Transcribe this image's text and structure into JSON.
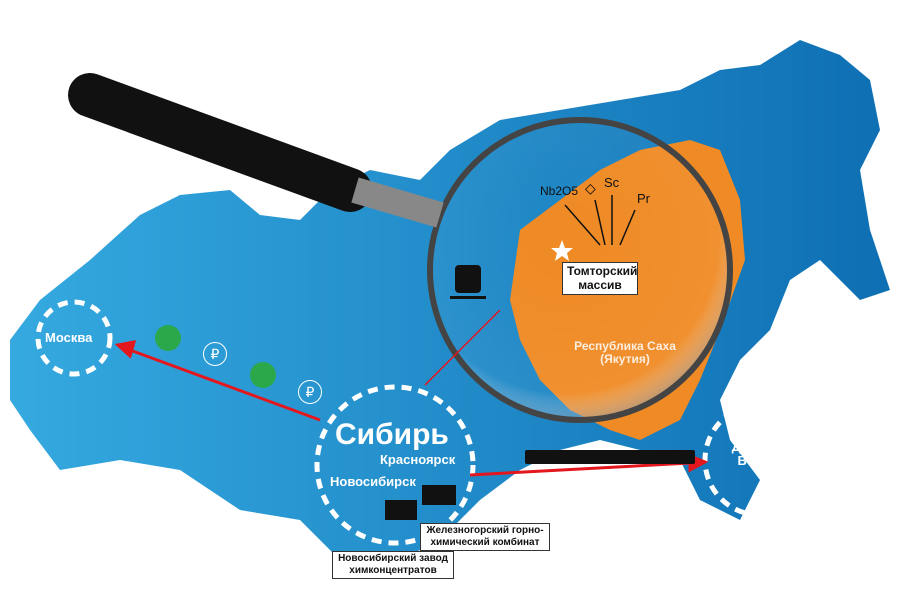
{
  "cities": {
    "moscow": "Москва",
    "krasnoyarsk": "Красноярск",
    "novosibirsk": "Новосибирск"
  },
  "regions": {
    "siberia": "Сибирь",
    "far_east": "Дальний Восток",
    "sakha": "Республика Саха (Якутия)"
  },
  "deposit": {
    "name": "Томторский массив",
    "elements": [
      "Nb2O5",
      "diamond",
      "Sc",
      "Pr"
    ]
  },
  "plants": {
    "novosibirsk": "Новосибирский завод химконцентратов",
    "zheleznogorsk": "Железногорский горно-химический комбинат"
  },
  "icons": [
    "magnifier-icon",
    "train-icon",
    "truck-icon",
    "ruble-icon",
    "factory-icon",
    "star-icon",
    "diamond-icon"
  ],
  "colors": {
    "map_blue": "#1a86c8",
    "sakha_orange": "#ef8a24",
    "arrow_red": "#e3171d",
    "truck_green": "#2aa84a"
  }
}
